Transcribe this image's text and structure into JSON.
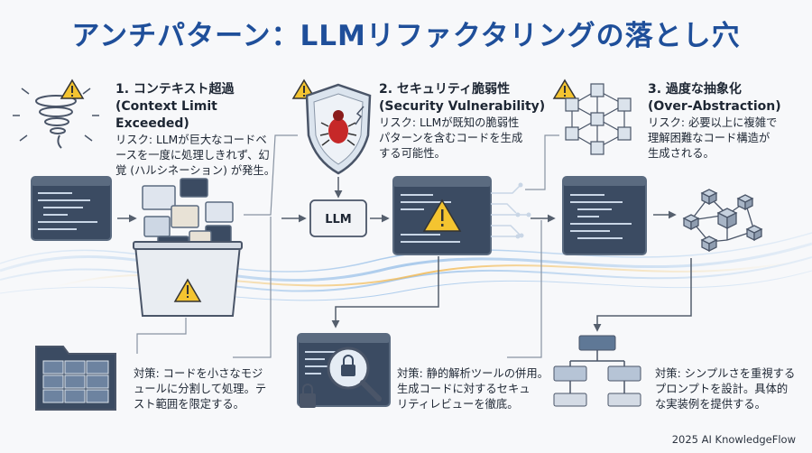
{
  "title": "アンチパターン：LLMリファクタリングの落とし穴",
  "sections": [
    {
      "heading": "1. コンテキスト超過",
      "subheading": "(Context Limit Exceeded)",
      "risk": [
        "リスク: LLMが巨大なコードベ",
        "ースを一度に処理しきれず、幻",
        "覚 (ハルシネーション) が発生。"
      ],
      "countermeasure": [
        "対策: コードを小さなモジ",
        "ュールに分割して処理。テ",
        "スト範囲を限定する。"
      ]
    },
    {
      "heading": "2. セキュリティ脆弱性",
      "subheading": "(Security Vulnerability)",
      "risk": [
        "リスク: LLMが既知の脆弱性",
        "パターンを含むコードを生成",
        "する可能性。"
      ],
      "countermeasure": [
        "対策: 静的解析ツールの併用。",
        "生成コードに対するセキュ",
        "リティレビューを徹底。"
      ]
    },
    {
      "heading": "3. 過度な抽象化",
      "subheading": "(Over-Abstraction)",
      "risk": [
        "リスク: 必要以上に複雑で",
        "理解困難なコード構造が",
        "生成される。"
      ],
      "countermeasure": [
        "対策: シンプルさを重視する",
        "プロンプトを設計。具体的",
        "な実装例を提供する。"
      ]
    }
  ],
  "llm_label": "LLM",
  "footer": "2025 AI KnowledgeFlow",
  "colors": {
    "title": "#1f4f9a",
    "editor_dark": "#3b4b62",
    "editor_frame": "#5b6b80",
    "warning": "#f4c430",
    "bug_red": "#c62828",
    "flow_blue": "#6fa8dc"
  }
}
